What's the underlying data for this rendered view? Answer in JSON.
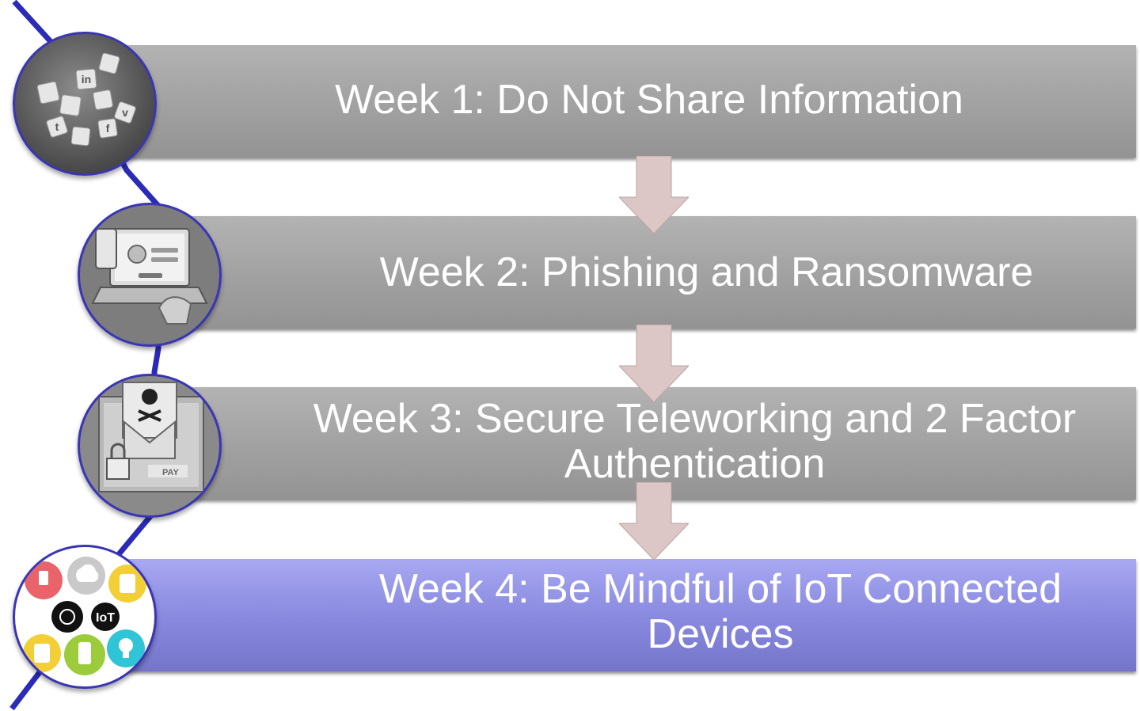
{
  "steps": [
    {
      "label": "Week 1: Do Not Share Information",
      "icon": "social-media-icons"
    },
    {
      "label": "Week 2: Phishing and Ransomware",
      "icon": "phishing-laptop-icon"
    },
    {
      "label": "Week 3: Secure Teleworking and 2 Factor Authentication",
      "icon": "ransomware-email-icon"
    },
    {
      "label": "Week 4: Be Mindful of IoT Connected Devices",
      "icon": "iot-devices-icon"
    }
  ],
  "icon_labels": {
    "iot": "IoT",
    "pay": "PAY"
  },
  "colors": {
    "band": "#a6a6a6",
    "band_active": "#8585dd",
    "line": "#2b2bb8",
    "arrow": "#dcc8c8"
  }
}
